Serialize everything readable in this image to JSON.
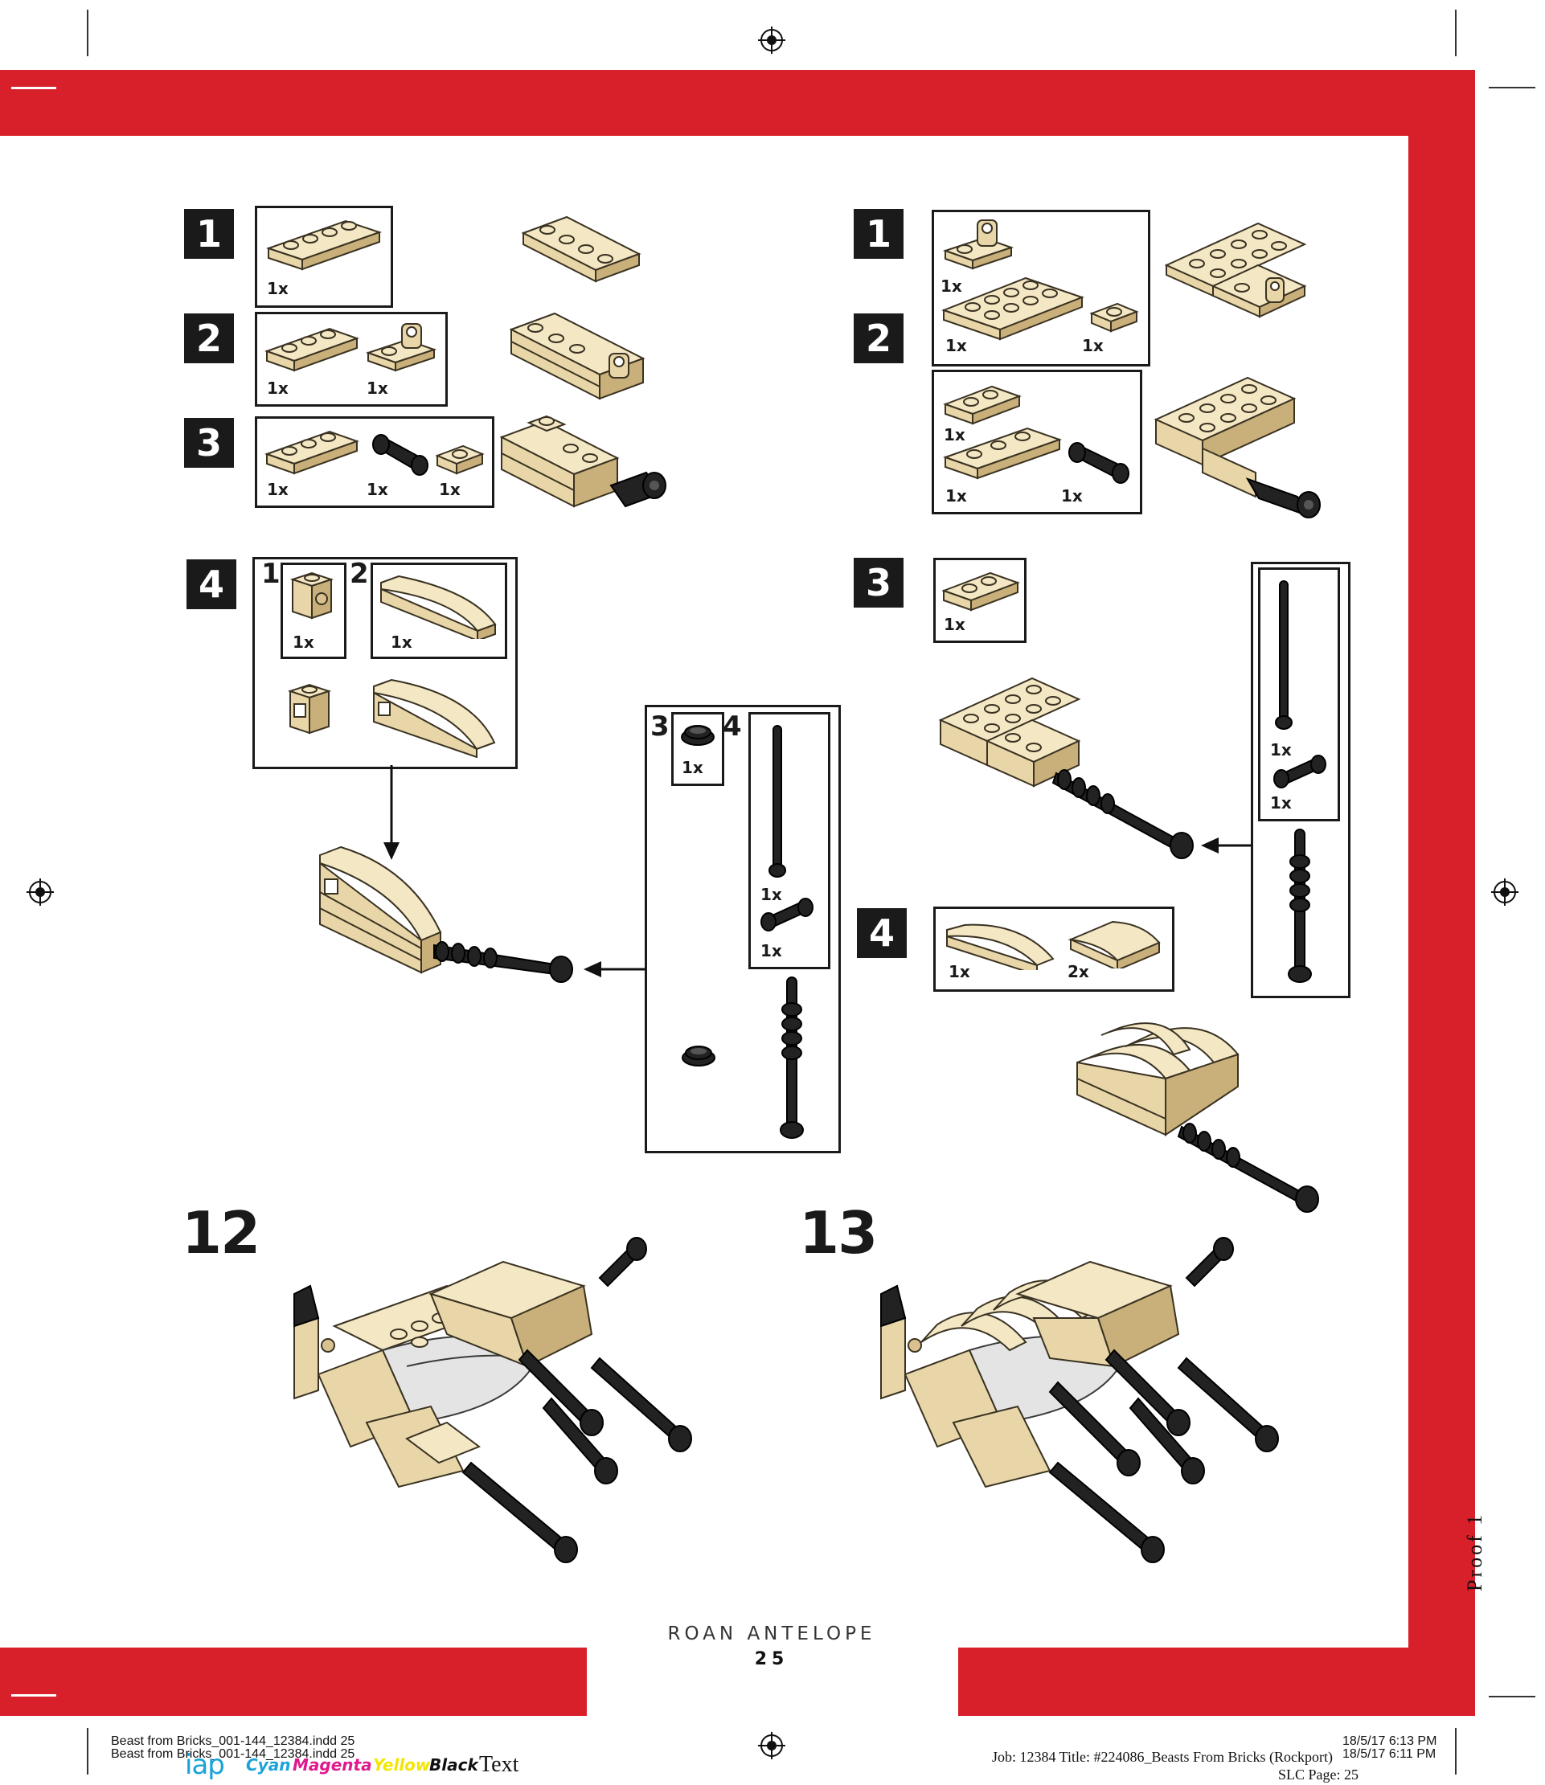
{
  "page": {
    "title": "ROAN ANTELOPE",
    "number": "25"
  },
  "left_sequence": {
    "steps": [
      {
        "num": "1",
        "items": [
          "1x"
        ]
      },
      {
        "num": "2",
        "items": [
          "1x",
          "1x"
        ]
      },
      {
        "num": "3",
        "items": [
          "1x",
          "1x",
          "1x"
        ]
      },
      {
        "num": "4",
        "sub": [
          {
            "num": "1",
            "qty": "1x"
          },
          {
            "num": "2",
            "qty": "1x"
          }
        ]
      }
    ],
    "leg_box": {
      "sub": [
        {
          "num": "3",
          "qty": "1x"
        },
        {
          "num": "4",
          "qty": [
            "1x",
            "1x"
          ]
        }
      ]
    }
  },
  "right_sequence": {
    "steps": [
      {
        "num": "1",
        "items": [
          "1x",
          "1x",
          "1x"
        ]
      },
      {
        "num": "2",
        "items": [
          "1x",
          "1x",
          "1x"
        ]
      },
      {
        "num": "3",
        "items": [
          "1x"
        ]
      },
      {
        "num": "4",
        "items": [
          "1x",
          "2x"
        ]
      }
    ],
    "leg_box": {
      "qty": [
        "1x",
        "1x"
      ]
    }
  },
  "main_steps": [
    "12",
    "13"
  ],
  "slug": {
    "file_line1": "Beast from Bricks_001-144_12384.indd   25",
    "file_line2": "Beast from Bricks_001-144_12384.indd   25",
    "logo": "iap",
    "cyan": "Cyan",
    "magenta": "Magenta",
    "yellow": "Yellow",
    "black": "Black",
    "text": "Text",
    "date1": "18/5/17   6:13 PM",
    "date2": "18/5/17   6:11 PM",
    "job": "Job: 12384  Title: #224086_Beasts From Bricks (Rockport)",
    "slc": "SLC Page: 25",
    "proof": "Proof 1"
  },
  "colors": {
    "red": "#d7202a",
    "tan": "#e8d6a8",
    "black": "#1a1a1a"
  }
}
